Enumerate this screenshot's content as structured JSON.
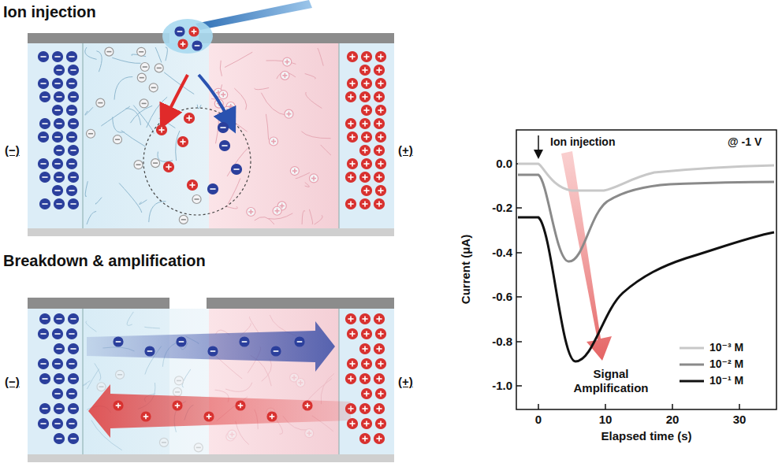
{
  "diagram": {
    "labels": [
      "Ion injection",
      "(−)",
      "(+)",
      "Breakdown & amplification",
      "(−)",
      "(+)",
      "Ion injection",
      "@ -1 V",
      "0.0",
      "-0.2",
      "-0.4",
      "-0.6",
      "-0.8",
      "-1.0",
      "Current (μA)",
      "0",
      "10",
      "20",
      "30",
      "Elapsed time (s)",
      "Signal Amplification"
    ],
    "legend": [
      {
        "text": "10⁻³ M"
      },
      {
        "text": "10⁻² M"
      },
      {
        "text": "10⁻¹ M"
      }
    ]
  }
}
